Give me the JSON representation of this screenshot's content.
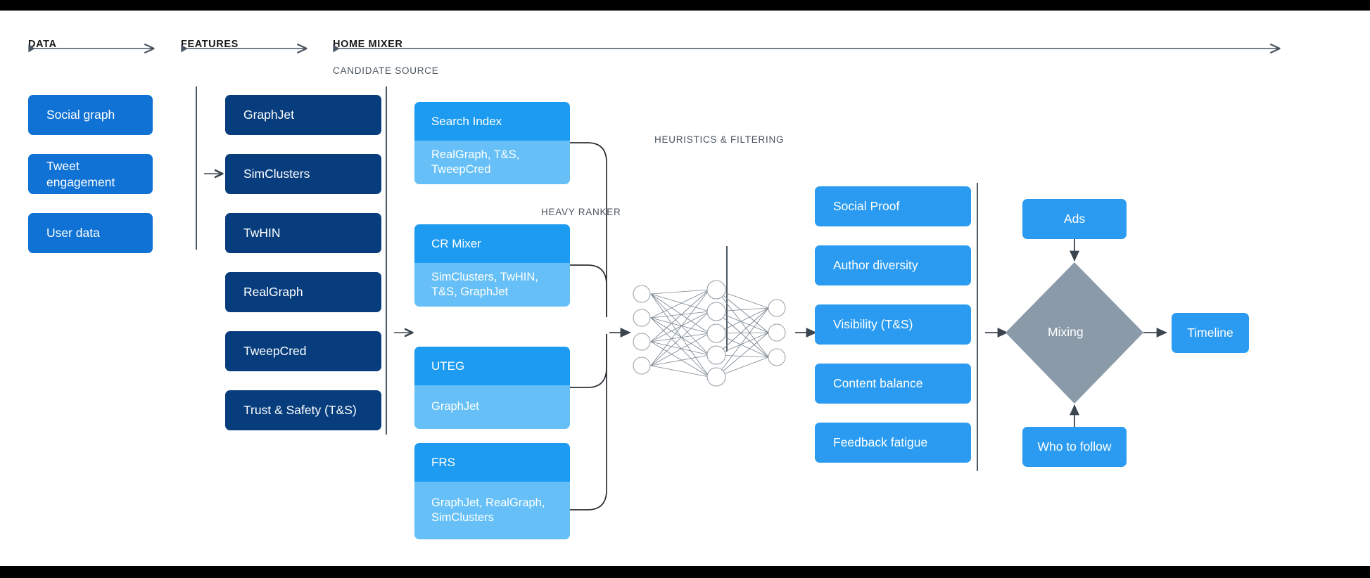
{
  "diagram": {
    "title": "Twitter Home Mixer recommendation pipeline",
    "colors": {
      "data_box": "#0f72d4",
      "feature_box": "#073d7d",
      "candidate_head": "#1d9bf0",
      "candidate_body": "#66c0f7",
      "heuristic_box": "#2a9bf0",
      "output_box": "#2a9bf0",
      "mixing_diamond": "#8a9aa8",
      "rule": "#22303c",
      "arrow": "#4a5560",
      "canvas": "#ffffff",
      "letterbox": "#000000"
    },
    "sections": {
      "data": {
        "label": "DATA"
      },
      "features": {
        "label": "FEATURES"
      },
      "home_mixer": {
        "label": "HOME MIXER"
      },
      "candidate_source": {
        "label": "CANDIDATE SOURCE"
      },
      "heavy_ranker": {
        "label": "HEAVY RANKER"
      },
      "heuristics": {
        "label": "HEURISTICS & FILTERING"
      }
    },
    "data_items": [
      {
        "label": "Social graph"
      },
      {
        "label": "Tweet engagement"
      },
      {
        "label": "User data"
      }
    ],
    "feature_items": [
      {
        "label": "GraphJet"
      },
      {
        "label": "SimClusters"
      },
      {
        "label": "TwHIN"
      },
      {
        "label": "RealGraph"
      },
      {
        "label": "TweepCred"
      },
      {
        "label": "Trust & Safety (T&S)"
      }
    ],
    "candidate_sources": [
      {
        "name": "Search Index",
        "features": "RealGraph, T&S, TweepCred"
      },
      {
        "name": "CR Mixer",
        "features": "SimClusters, TwHIN, T&S, GraphJet"
      },
      {
        "name": "UTEG",
        "features": "GraphJet"
      },
      {
        "name": "FRS",
        "features": "GraphJet, RealGraph, SimClusters"
      }
    ],
    "heuristic_items": [
      {
        "label": "Social Proof"
      },
      {
        "label": "Author diversity"
      },
      {
        "label": "Visibility (T&S)"
      },
      {
        "label": "Content balance"
      },
      {
        "label": "Feedback fatigue"
      }
    ],
    "mixing": {
      "label": "Mixing"
    },
    "outputs": [
      {
        "label": "Ads"
      },
      {
        "label": "Who to follow"
      },
      {
        "label": "Timeline"
      }
    ],
    "neural_network": {
      "input_nodes": 4,
      "hidden_nodes": 5,
      "output_nodes": 3
    }
  }
}
